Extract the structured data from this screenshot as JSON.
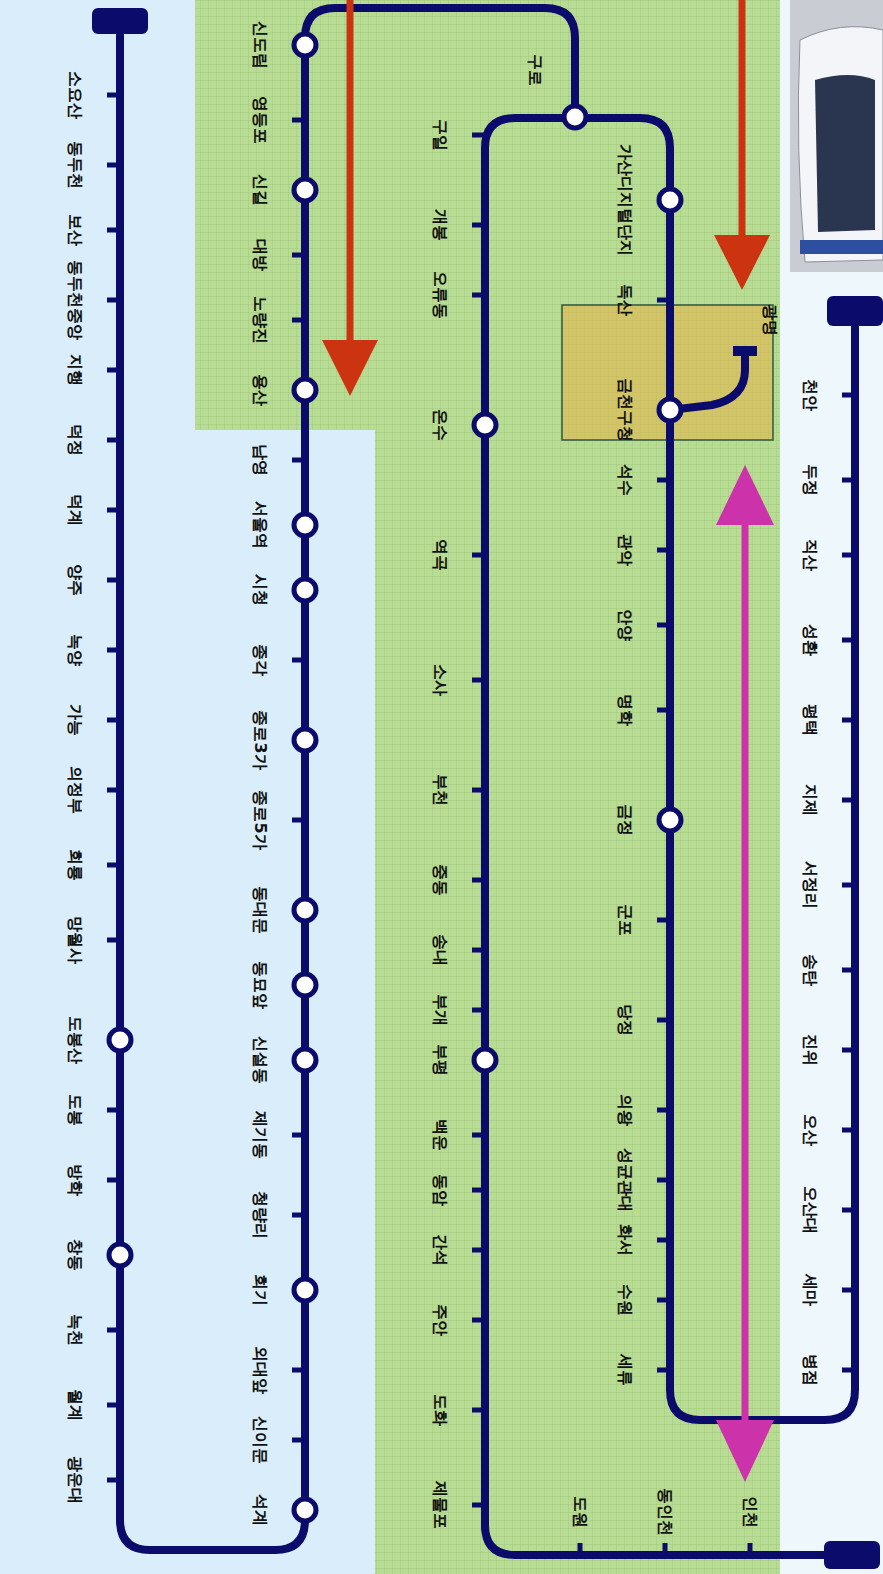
{
  "diagram": {
    "labels": [
      "소요산",
      "동두천",
      "보산",
      "동두천중앙",
      "지행",
      "덕정",
      "덕계",
      "양주",
      "녹양",
      "가능",
      "의정부",
      "회룡",
      "망월사",
      "도봉산",
      "도봉",
      "방학",
      "창동",
      "녹천",
      "월계",
      "광운대",
      "석계",
      "신이문",
      "외대앞",
      "회기",
      "청량리",
      "제기동",
      "신설동",
      "동묘앞",
      "동대문",
      "종로5가",
      "종로3가",
      "종각",
      "시청",
      "서울역",
      "남영",
      "용산",
      "노량진",
      "대방",
      "신길",
      "영등포",
      "신도림",
      "구로",
      "구일",
      "개봉",
      "오류동",
      "온수",
      "역곡",
      "소사",
      "부천",
      "중동",
      "송내",
      "부개",
      "부평",
      "백운",
      "동암",
      "간석",
      "주안",
      "도화",
      "제물포",
      "도원",
      "동인천",
      "인천",
      "가산디지털단지",
      "독산",
      "금천구청",
      "광명",
      "석수",
      "관악",
      "안양",
      "명학",
      "금정",
      "군포",
      "당정",
      "의왕",
      "성균관대",
      "화서",
      "수원",
      "세류",
      "천안",
      "두정",
      "직산",
      "성환",
      "평택",
      "지제",
      "서정리",
      "송탄",
      "진위",
      "오산",
      "오산대",
      "세마",
      "병점"
    ]
  }
}
